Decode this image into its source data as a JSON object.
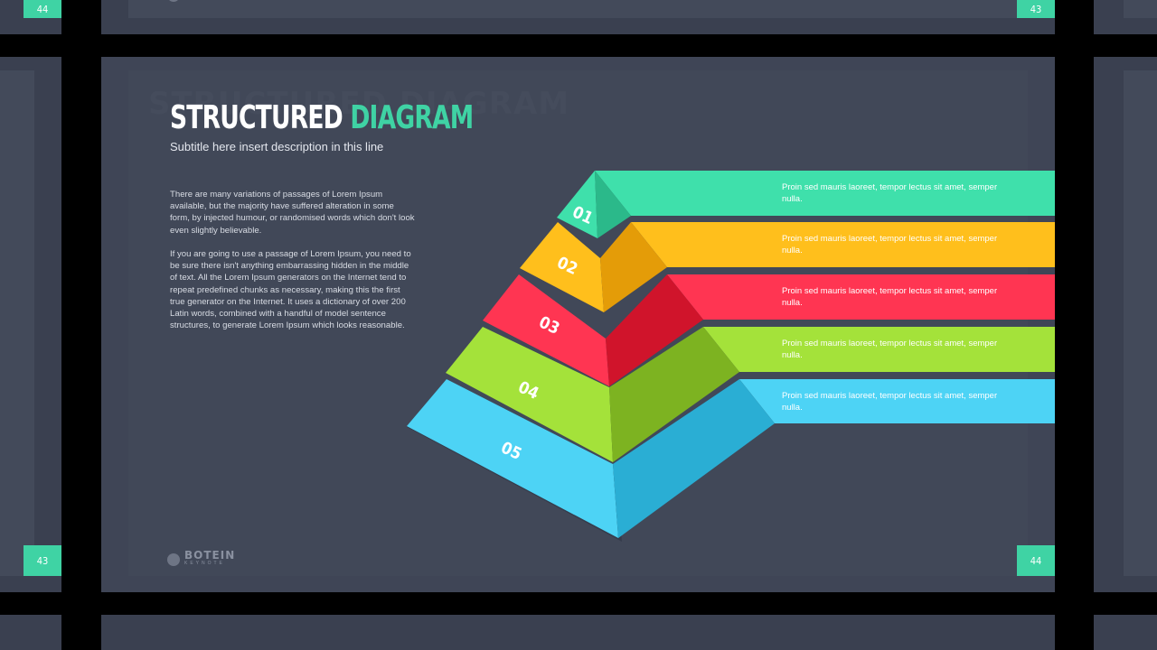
{
  "slide": {
    "title_white": "STRUCTURED",
    "title_accent": "DIAGRAM",
    "ghost_title": "STRUCTURED DIAGRAM",
    "subtitle": "Subtitle here insert description in this line",
    "paragraphs": [
      "There are many variations of passages of Lorem Ipsum available, but the majority have suffered alteration in some form, by injected humour, or randomised words which don't look even slightly believable.",
      "If you are going to use a passage of Lorem Ipsum, you need to be sure there isn't anything embarrassing hidden in the middle of text. All the Lorem Ipsum generators on the Internet tend to repeat predefined chunks as necessary, making this the first true generator on the Internet. It uses a dictionary of over 200 Latin words, combined with a handful of model sentence structures, to generate Lorem Ipsum which looks reasonable."
    ],
    "page_number": "44",
    "prev_page_number": "43",
    "logo_name": "BOTEIN",
    "logo_sub": "KEYNOTE"
  },
  "pyramid": {
    "levels": [
      {
        "number": "01",
        "text": "Proin sed mauris laoreet, tempor lectus sit amet, semper nulla.",
        "color": "#3fe0ab",
        "shade": "#2bb98a"
      },
      {
        "number": "02",
        "text": "Proin sed mauris laoreet, tempor lectus sit amet, semper nulla.",
        "color": "#ffbf1c",
        "shade": "#e49c08"
      },
      {
        "number": "03",
        "text": "Proin sed mauris laoreet, tempor lectus sit amet, semper nulla.",
        "color": "#ff3552",
        "shade": "#d0142b"
      },
      {
        "number": "04",
        "text": "Proin sed mauris laoreet, tempor lectus sit amet, semper nulla.",
        "color": "#a4e23a",
        "shade": "#7db321"
      },
      {
        "number": "05",
        "text": "Proin sed mauris laoreet, tempor lectus sit amet, semper nulla.",
        "color": "#4dd3f5",
        "shade": "#2aaed4"
      }
    ]
  }
}
